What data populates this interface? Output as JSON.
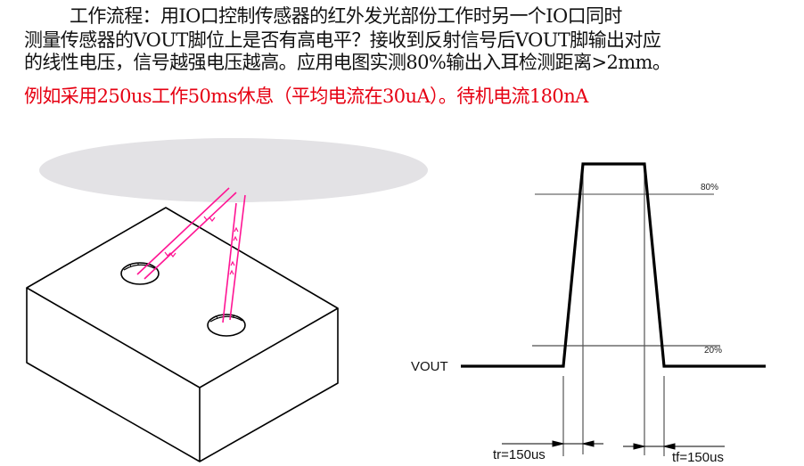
{
  "description": {
    "line1": "工作流程：用IO口控制传感器的红外发光部份工作时另一个IO口同时",
    "line2": "测量传感器的VOUT脚位上是否有高电平？接收到反射信号后VOUT脚输出对应",
    "line3": "的线性电压，信号越强电压越高。应用电图实测80%输出入耳检测距离>2mm。",
    "note": "例如采用250us工作50ms休息（平均电流在30uA）。待机电流180nA"
  },
  "colors": {
    "text": "#111111",
    "note_text": "#e60012",
    "ir_beam": "#ff1493",
    "reflector": "#e3e2e5",
    "line": "#000000"
  },
  "illustration": {
    "reflector": "reflective-surface",
    "sensor": "sensor-block",
    "emitter_hole": "emitter-hole",
    "receiver_hole": "receiver-hole"
  },
  "waveform": {
    "signal_label": "VOUT",
    "level_high_label": "80%",
    "level_low_label": "20%",
    "rise_time_label": "tr=150us",
    "fall_time_label": "tf=150us"
  }
}
